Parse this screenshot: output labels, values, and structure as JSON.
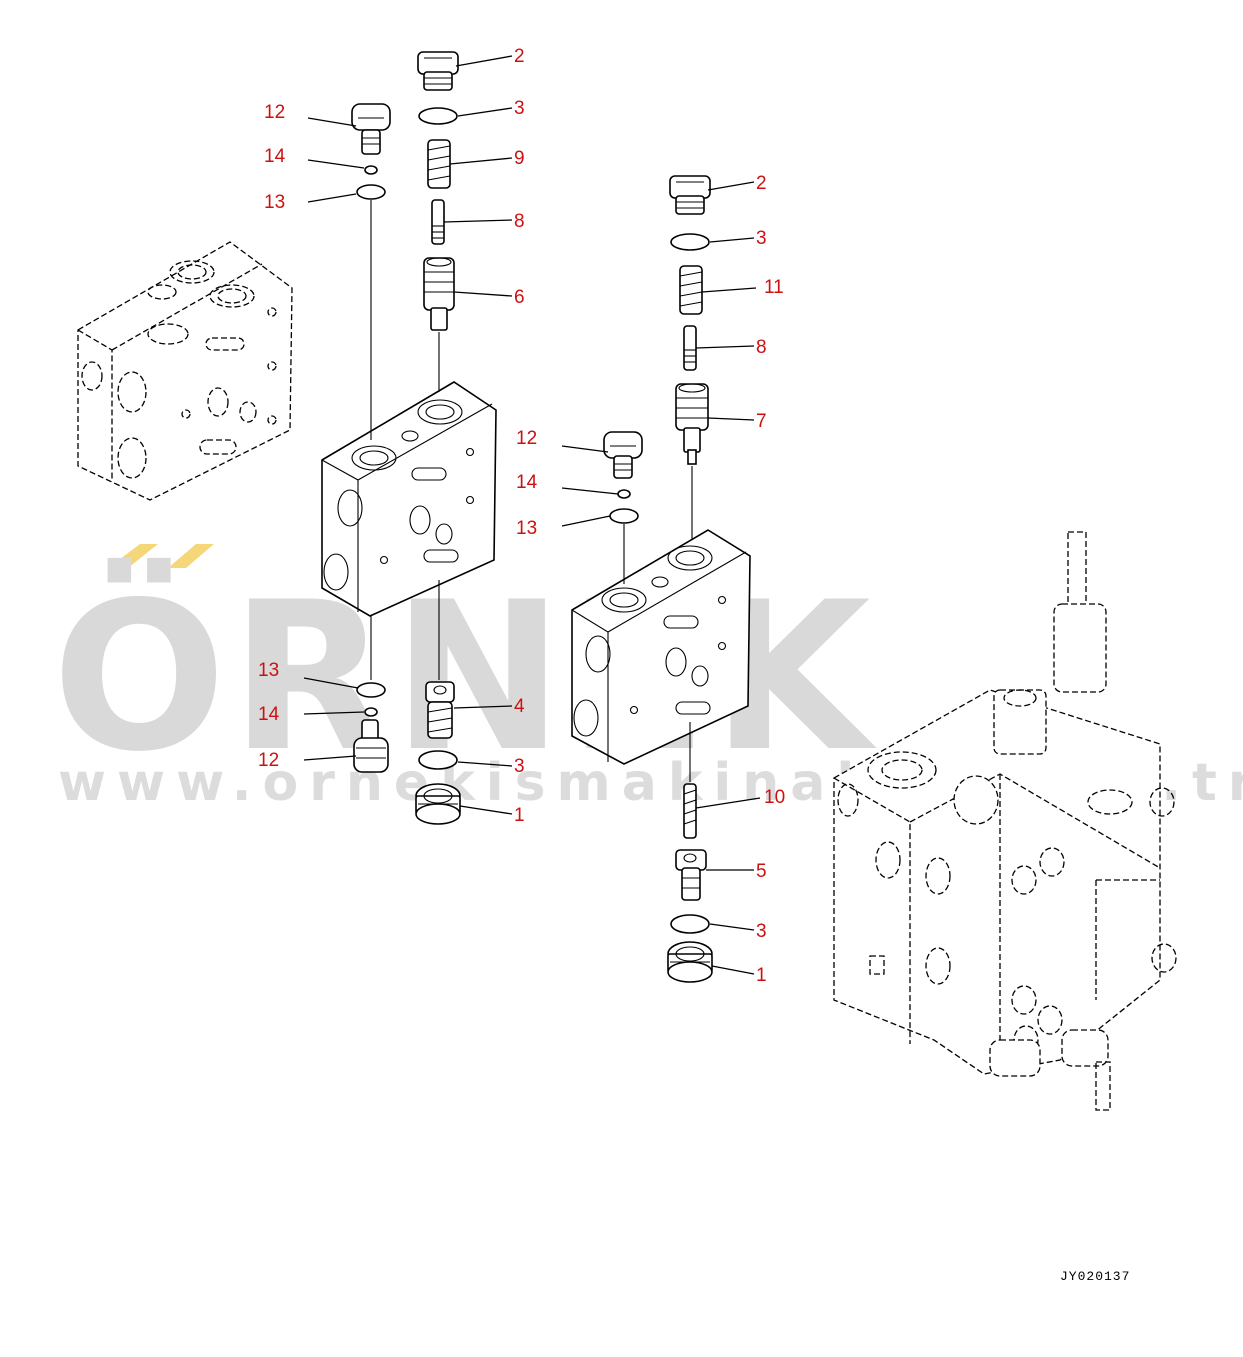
{
  "watermark": {
    "brand": "ÖRNEK",
    "url": "www.ornekismakinalari.com.tr",
    "accent_color": "#f5d77a",
    "text_color": "#d9d9d9"
  },
  "drawing_code": "JY020137",
  "callout_color": "#cc1111",
  "callouts": [
    {
      "id": "c-2a",
      "label": "2"
    },
    {
      "id": "c-3a",
      "label": "3"
    },
    {
      "id": "c-9",
      "label": "9"
    },
    {
      "id": "c-8a",
      "label": "8"
    },
    {
      "id": "c-6",
      "label": "6"
    },
    {
      "id": "c-12a",
      "label": "12"
    },
    {
      "id": "c-14a",
      "label": "14"
    },
    {
      "id": "c-13a",
      "label": "13"
    },
    {
      "id": "c-13b",
      "label": "13"
    },
    {
      "id": "c-14b",
      "label": "14"
    },
    {
      "id": "c-12b",
      "label": "12"
    },
    {
      "id": "c-4",
      "label": "4"
    },
    {
      "id": "c-3b",
      "label": "3"
    },
    {
      "id": "c-1a",
      "label": "1"
    },
    {
      "id": "c-2b",
      "label": "2"
    },
    {
      "id": "c-3c",
      "label": "3"
    },
    {
      "id": "c-11",
      "label": "11"
    },
    {
      "id": "c-8b",
      "label": "8"
    },
    {
      "id": "c-7",
      "label": "7"
    },
    {
      "id": "c-12c",
      "label": "12"
    },
    {
      "id": "c-14c",
      "label": "14"
    },
    {
      "id": "c-13c",
      "label": "13"
    },
    {
      "id": "c-10",
      "label": "10"
    },
    {
      "id": "c-5",
      "label": "5"
    },
    {
      "id": "c-3d",
      "label": "3"
    },
    {
      "id": "c-1b",
      "label": "1"
    }
  ]
}
